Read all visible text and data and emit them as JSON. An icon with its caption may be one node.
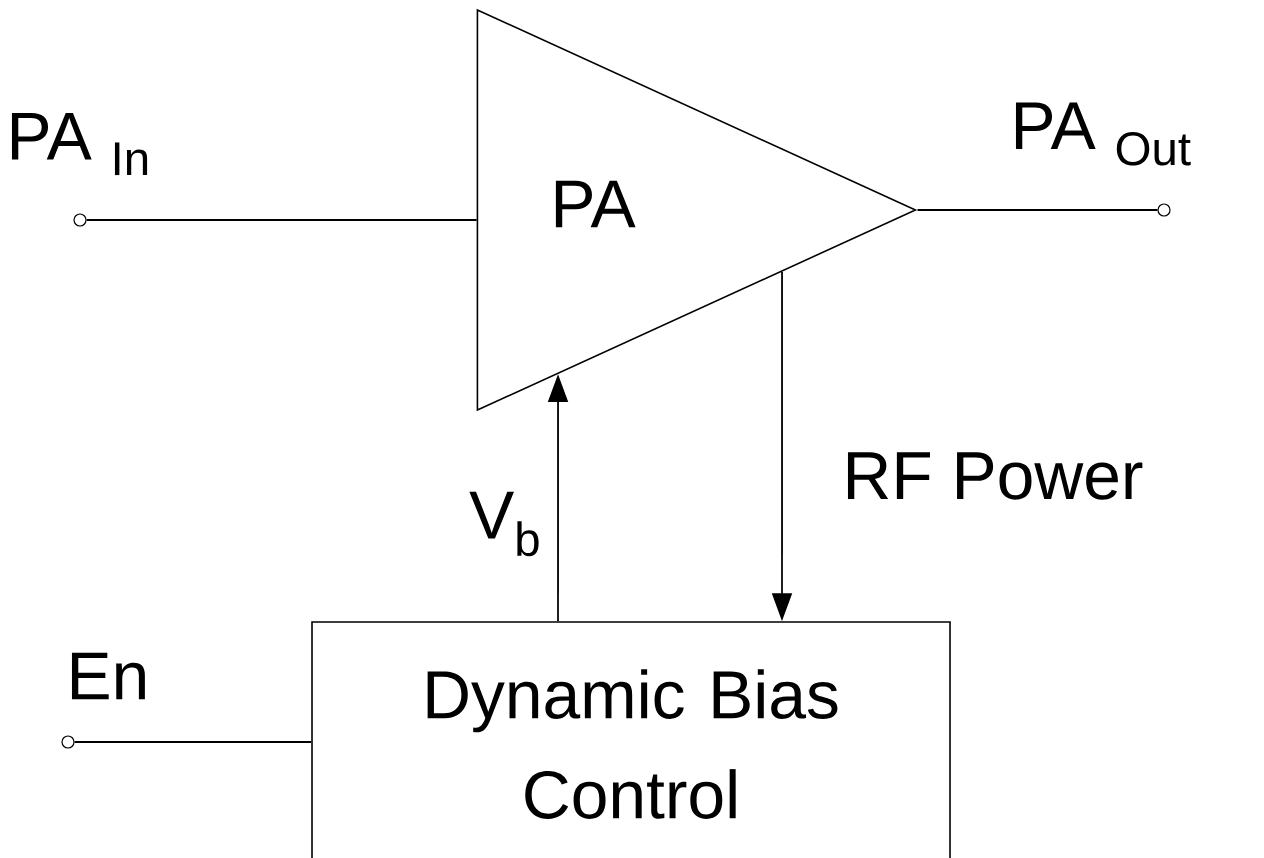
{
  "diagram": {
    "nodes": [
      {
        "text": [
          "PA"
        ]
      },
      {
        "text": [
          "Dynamic Bias Control"
        ]
      },
      {
        "text": [],
        "shape": "circle",
        "beside": [
          "PA $_{In}$"
        ]
      },
      {
        "text": [],
        "shape": "circle",
        "beside": [
          "PA $_{Out}$"
        ]
      },
      {
        "text": [],
        "shape": "circle",
        "beside": [
          "En"
        ]
      }
    ],
    "edges": [
      {
        "from": 2,
        "to": 0,
        "arrow": "none"
      },
      {
        "from": 0,
        "to": 3,
        "arrow": "none"
      },
      {
        "from": 4,
        "to": 1,
        "arrow": "none"
      },
      {
        "from": 1,
        "to": 0,
        "arrow": "to",
        "label": "V$_{b}$"
      },
      {
        "from": 0,
        "to": 1,
        "arrow": "to",
        "label": "RF Power"
      }
    ]
  }
}
